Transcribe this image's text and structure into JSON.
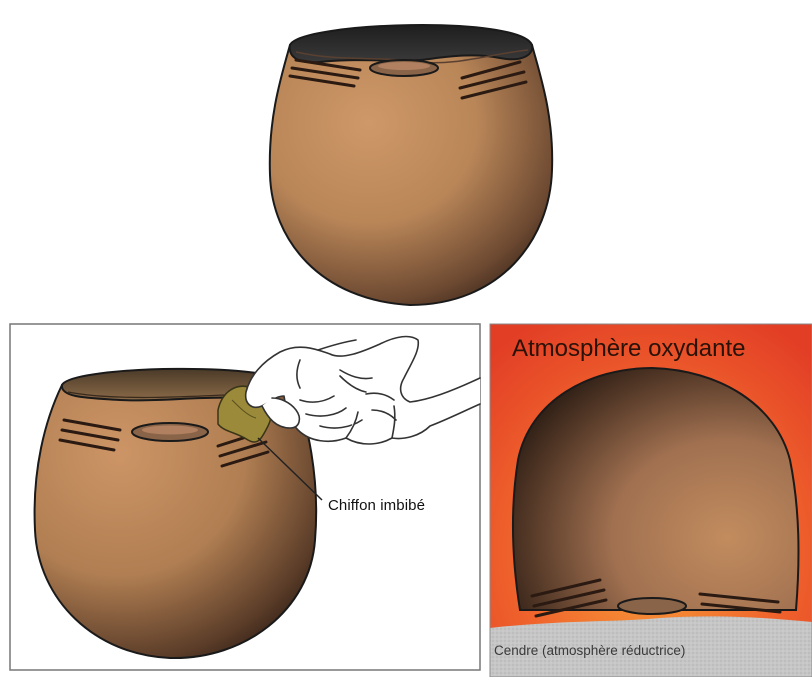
{
  "labels": {
    "cloth": "Chiffon imbibé",
    "oxidizing": "Atmosphère oxydante",
    "ash": "Cendre (atmosphère réductrice)"
  },
  "colors": {
    "clay_light": "#c99060",
    "clay_dark": "#2e1e14",
    "rim_black": "#2a2a2a",
    "fire_red": "#e8452a",
    "fire_orange": "#f58a2e",
    "ash_gray": "#c8c8c8",
    "cloth_olive": "#9a8a3a"
  }
}
